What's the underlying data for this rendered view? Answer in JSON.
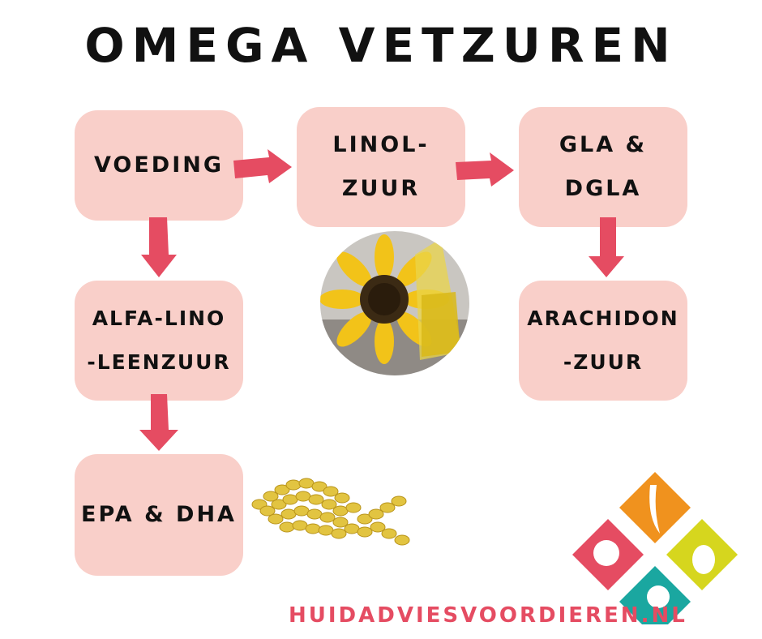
{
  "title": "OMEGA VETZUREN",
  "boxes": {
    "voeding": "VOEDING",
    "linol": "LINOL-\nZUUR",
    "gla": "GLA &\nDGLA",
    "alfa": "ALFA-LINO\n-LEENZUUR",
    "arachidon": "ARACHIDON\n-ZUUR",
    "epa_dha": "EPA & DHA"
  },
  "footer": "HUIDADVIESVOORDIEREN.NL",
  "colors": {
    "box": "#f9cfc9",
    "arrow": "#e54c62",
    "footer": "#e54c62",
    "logo_orange": "#f0921e",
    "logo_pink": "#e54c62",
    "logo_yellow": "#d6d61e",
    "logo_teal": "#1aa7a0"
  },
  "icons": {
    "photo_sunflower": "sunflower-oil-photo",
    "photo_fish_capsules": "fish-shaped-capsules-photo",
    "logo": "huidadvies-voor-dieren-logo"
  }
}
